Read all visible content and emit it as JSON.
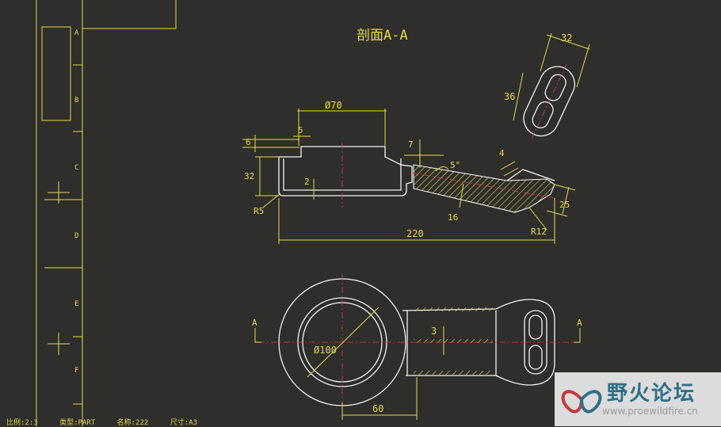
{
  "drawing": {
    "section_title": "剖面A-A",
    "zone_labels": [
      "A",
      "B",
      "C",
      "D",
      "E",
      "F"
    ],
    "section_marks": [
      "A",
      "A"
    ],
    "dimensions": {
      "d70": "Ø70",
      "d100": "Ø100",
      "w5": "5",
      "h6": "6",
      "h32": "32",
      "r5": "R5",
      "t2": "2",
      "v7": "7",
      "a5": "5°",
      "v4": "4",
      "v16": "16",
      "r12": "R12",
      "h25": "25",
      "len220": "220",
      "w32": "32",
      "h36": "36",
      "t3": "3",
      "len60": "60"
    }
  },
  "status_bar": {
    "scale": "比例:2:3",
    "type": "类型:PART",
    "name": "名称:222",
    "size": "尺寸:A3"
  },
  "watermark": {
    "title": "野火论坛",
    "url": "www.proewildfire.cn"
  },
  "colors": {
    "background": "#2e2e2c",
    "annotation": "#e6d94a",
    "geometry": "#f2f2f2",
    "centerline": "#d04040"
  }
}
